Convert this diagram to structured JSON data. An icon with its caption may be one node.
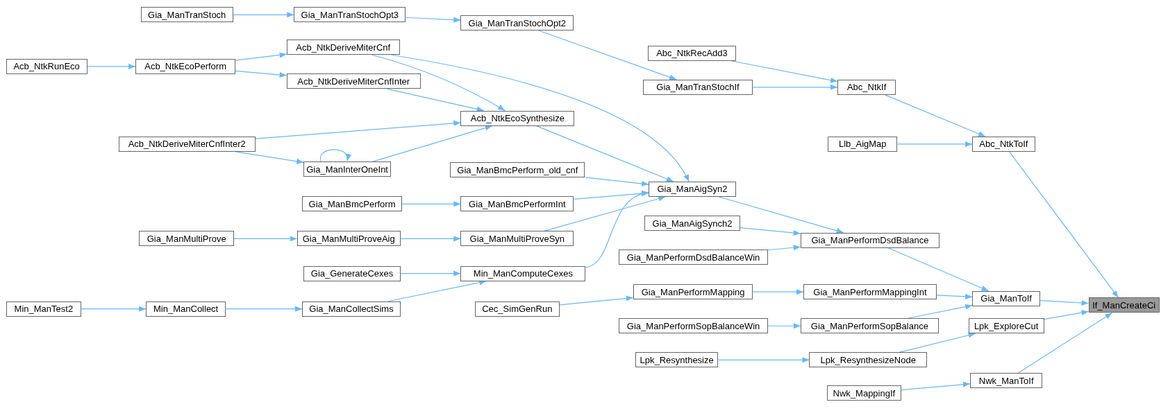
{
  "diagram": {
    "nodes": [
      {
        "text": [
          "Gia_ManTranStoch"
        ]
      },
      {
        "text": [
          "Gia_ManTranStochOpt3"
        ]
      },
      {
        "text": [
          "Gia_ManTranStochOpt2"
        ]
      },
      {
        "text": [
          "Acb_NtkDeriveMiterCnf"
        ]
      },
      {
        "text": [
          "Acb_NtkRunEco"
        ]
      },
      {
        "text": [
          "Acb_NtkEcoPerform"
        ]
      },
      {
        "text": [
          "Abc_NtkRecAdd3"
        ]
      },
      {
        "text": [
          "Acb_NtkDeriveMiterCnfInter"
        ]
      },
      {
        "text": [
          "Gia_ManTranStochIf"
        ]
      },
      {
        "text": [
          "Abc_NtkIf"
        ]
      },
      {
        "text": [
          "Acb_NtkEcoSynthesize"
        ]
      },
      {
        "text": [
          "Acb_NtkDeriveMiterCnfInter2"
        ]
      },
      {
        "text": [
          "Gia_ManInterOneInt"
        ]
      },
      {
        "text": [
          "Llb_AigMap"
        ]
      },
      {
        "text": [
          "Abc_NtkToIf"
        ]
      },
      {
        "text": [
          "Gia_ManBmcPerform_old_cnf"
        ]
      },
      {
        "text": [
          "Gia_ManAigSyn2"
        ]
      },
      {
        "text": [
          "Gia_ManBmcPerform"
        ]
      },
      {
        "text": [
          "Gia_ManBmcPerformInt"
        ]
      },
      {
        "text": [
          "Gia_ManAigSynch2"
        ]
      },
      {
        "text": [
          "Gia_ManMultiProve"
        ]
      },
      {
        "text": [
          "Gia_ManMultiProveAig"
        ]
      },
      {
        "text": [
          "Gia_ManMultiProveSyn"
        ]
      },
      {
        "text": [
          "Gia_ManPerformDsdBalance"
        ]
      },
      {
        "text": [
          "Gia_ManPerformDsdBalanceWin"
        ]
      },
      {
        "text": [
          "Gia_GenerateCexes"
        ]
      },
      {
        "text": [
          "Min_ManComputeCexes"
        ]
      },
      {
        "text": [
          "Gia_ManPerformMapping"
        ]
      },
      {
        "text": [
          "Gia_ManPerformMappingInt"
        ]
      },
      {
        "text": [
          "Gia_ManToIf"
        ]
      },
      {
        "text": [
          "If_ManCreateCi"
        ]
      },
      {
        "text": [
          "Min_ManTest2"
        ]
      },
      {
        "text": [
          "Min_ManCollect"
        ]
      },
      {
        "text": [
          "Gia_ManCollectSims"
        ]
      },
      {
        "text": [
          "Cec_SimGenRun"
        ]
      },
      {
        "text": [
          "Gia_ManPerformSopBalanceWin"
        ]
      },
      {
        "text": [
          "Gia_ManPerformSopBalance"
        ]
      },
      {
        "text": [
          "Lpk_ExploreCut"
        ]
      },
      {
        "text": [
          "Lpk_Resynthesize"
        ]
      },
      {
        "text": [
          "Lpk_ResynthesizeNode"
        ]
      },
      {
        "text": [
          "Nwk_ManToIf"
        ]
      },
      {
        "text": [
          "Nwk_MappingIf"
        ]
      }
    ],
    "edges": [
      {
        "from": 0,
        "to": 1,
        "arrow": "to"
      },
      {
        "from": 1,
        "to": 2,
        "arrow": "to"
      },
      {
        "from": 2,
        "to": 8,
        "arrow": "to"
      },
      {
        "from": 6,
        "to": 9,
        "arrow": "to"
      },
      {
        "from": 8,
        "to": 9,
        "arrow": "to"
      },
      {
        "from": 9,
        "to": 14,
        "arrow": "to"
      },
      {
        "from": 13,
        "to": 14,
        "arrow": "to"
      },
      {
        "from": 14,
        "to": 30,
        "arrow": "to"
      },
      {
        "from": 4,
        "to": 5,
        "arrow": "to"
      },
      {
        "from": 5,
        "to": 3,
        "arrow": "to"
      },
      {
        "from": 5,
        "to": 7,
        "arrow": "to"
      },
      {
        "from": 3,
        "to": 10,
        "arrow": "to"
      },
      {
        "from": 7,
        "to": 10,
        "arrow": "to"
      },
      {
        "from": 11,
        "to": 10,
        "arrow": "to"
      },
      {
        "from": 11,
        "to": 12,
        "arrow": "to"
      },
      {
        "from": 12,
        "to": 12,
        "arrow": "to"
      },
      {
        "from": 12,
        "to": 10,
        "arrow": "to"
      },
      {
        "from": 3,
        "to": 16,
        "arrow": "to"
      },
      {
        "from": 10,
        "to": 16,
        "arrow": "to"
      },
      {
        "from": 15,
        "to": 16,
        "arrow": "to"
      },
      {
        "from": 18,
        "to": 16,
        "arrow": "to"
      },
      {
        "from": 22,
        "to": 16,
        "arrow": "to"
      },
      {
        "from": 26,
        "to": 16,
        "arrow": "to"
      },
      {
        "from": 17,
        "to": 18,
        "arrow": "to"
      },
      {
        "from": 20,
        "to": 21,
        "arrow": "to"
      },
      {
        "from": 21,
        "to": 22,
        "arrow": "to"
      },
      {
        "from": 25,
        "to": 26,
        "arrow": "to"
      },
      {
        "from": 33,
        "to": 26,
        "arrow": "to"
      },
      {
        "from": 31,
        "to": 32,
        "arrow": "to"
      },
      {
        "from": 32,
        "to": 33,
        "arrow": "to"
      },
      {
        "from": 16,
        "to": 23,
        "arrow": "to"
      },
      {
        "from": 19,
        "to": 23,
        "arrow": "to"
      },
      {
        "from": 24,
        "to": 23,
        "arrow": "to"
      },
      {
        "from": 23,
        "to": 29,
        "arrow": "to"
      },
      {
        "from": 34,
        "to": 27,
        "arrow": "to"
      },
      {
        "from": 27,
        "to": 28,
        "arrow": "to"
      },
      {
        "from": 28,
        "to": 29,
        "arrow": "to"
      },
      {
        "from": 35,
        "to": 36,
        "arrow": "to"
      },
      {
        "from": 36,
        "to": 29,
        "arrow": "to"
      },
      {
        "from": 29,
        "to": 30,
        "arrow": "to"
      },
      {
        "from": 38,
        "to": 39,
        "arrow": "to"
      },
      {
        "from": 39,
        "to": 37,
        "arrow": "to"
      },
      {
        "from": 37,
        "to": 30,
        "arrow": "to"
      },
      {
        "from": 41,
        "to": 40,
        "arrow": "to"
      },
      {
        "from": 40,
        "to": 30,
        "arrow": "to"
      }
    ]
  }
}
